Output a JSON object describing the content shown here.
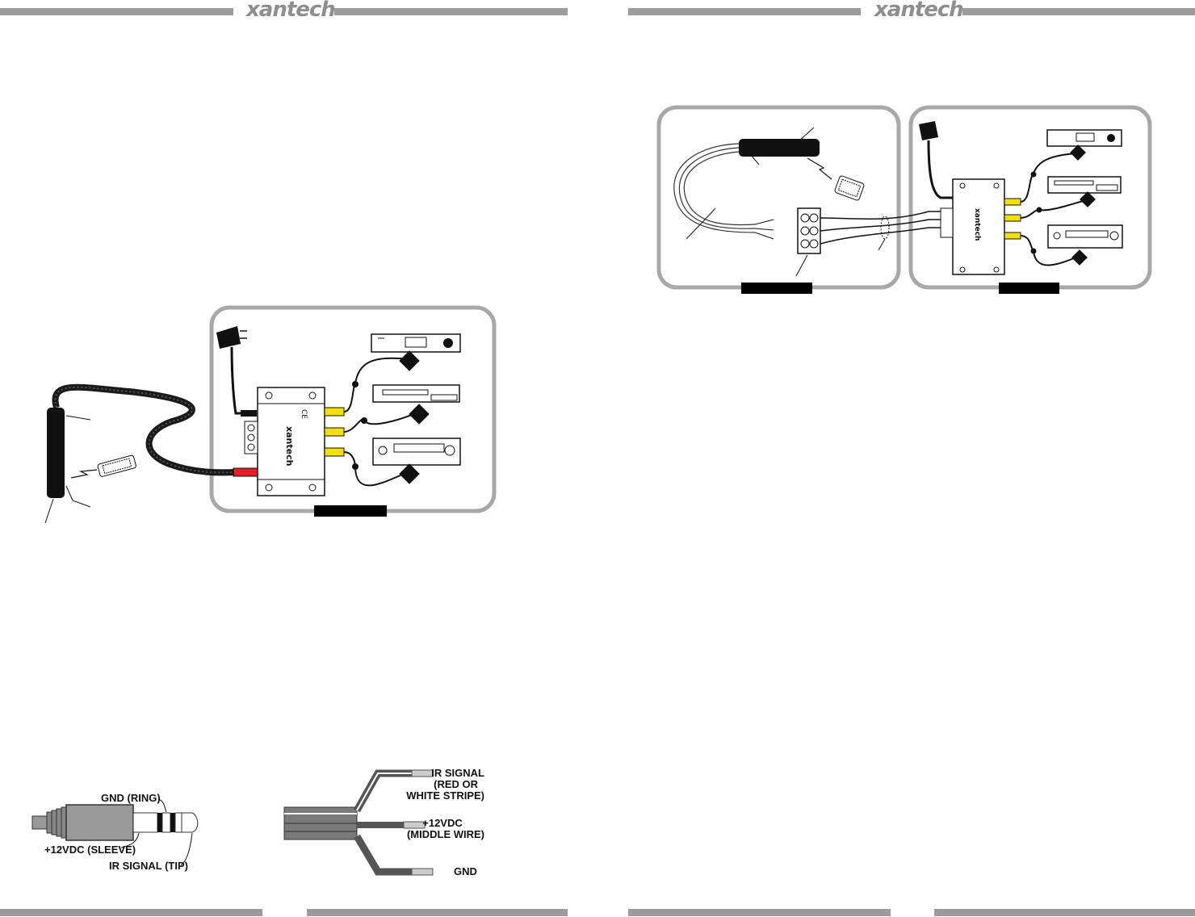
{
  "header": {
    "left_brand": "xantech",
    "right_brand": "xantech"
  },
  "colors": {
    "bar": "#9b9b9b",
    "panel_border": "#a8a8a8",
    "rca_yellow": "#f4e000",
    "rca_red": "#e8202a",
    "cable": "#1a1a1a"
  },
  "diagrams": {
    "single_room": {
      "name": "single-room-system-diagram"
    },
    "two_room": {
      "name": "two-room-system-diagram"
    }
  },
  "plug": {
    "gnd_ring": "GND (RING)",
    "sleeve": "+12VDC (SLEEVE)",
    "tip": "IR SIGNAL (TIP)"
  },
  "wires": {
    "ir_signal_line1": "IR SIGNAL",
    "ir_signal_line2": "(RED OR",
    "ir_signal_line3": "WHITE STRIPE)",
    "v12_line1": "+12VDC",
    "v12_line2": "(MIDDLE WIRE)",
    "gnd": "GND"
  }
}
